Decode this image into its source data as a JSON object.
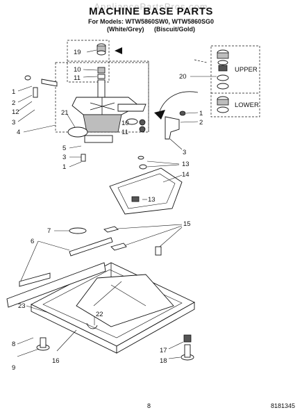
{
  "header": {
    "watermark": "AppliancePartsPros.com",
    "title": "MACHINE BASE PARTS",
    "models": "For Models: WTW5860SW0, WTW5860SG0",
    "variant_white": "(White/Grey)",
    "variant_biscuit": "(Biscuit/Gold)"
  },
  "callouts": {
    "c19": "19",
    "c10": "10",
    "c11": "11",
    "c20": "20",
    "upper": "UPPER",
    "lower": "LOWER",
    "c1a": "1",
    "c2a": "2",
    "c12": "12",
    "c3a": "3",
    "c4": "4",
    "c21": "21",
    "c10b": "10",
    "c11b": "11",
    "c1b": "1",
    "c2b": "2",
    "c3b": "3",
    "c5": "5",
    "c3c": "3",
    "c1c": "1",
    "c13a": "13",
    "c14": "14",
    "c13b": "13",
    "c7": "7",
    "c6": "6",
    "c15": "15",
    "c23": "23",
    "c22": "22",
    "c8": "8",
    "c9": "9",
    "c16": "16",
    "c17": "17",
    "c18": "18"
  },
  "footer": {
    "page_number": "8",
    "document_id": "8181345"
  }
}
